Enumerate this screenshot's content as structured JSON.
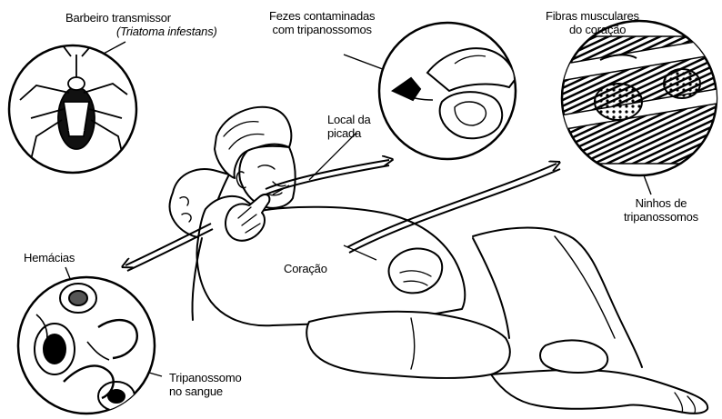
{
  "labels": {
    "barbeiro_line1": "Barbeiro transmissor",
    "barbeiro_line2": "(Triatoma infestans)",
    "fezes_line1": "Fezes contaminadas",
    "fezes_line2": "com tripanossomos",
    "fibras_line1": "Fibras musculares",
    "fibras_line2": "do coração",
    "local_line1": "Local da",
    "local_line2": "picada",
    "ninhos_line1": "Ninhos de",
    "ninhos_line2": "tripanossomos",
    "coracao": "Coração",
    "hemacias": "Hemácias",
    "tripanossomo_line1": "Tripanossomo",
    "tripanossomo_line2": "no sangue"
  },
  "colors": {
    "ink": "#000000",
    "paper": "#ffffff"
  },
  "icons": {
    "bug": "triatoma-bug-icon",
    "fingers": "finger-feces-icon",
    "muscle": "heart-muscle-fibers-icon",
    "blood": "blood-cells-icon"
  }
}
